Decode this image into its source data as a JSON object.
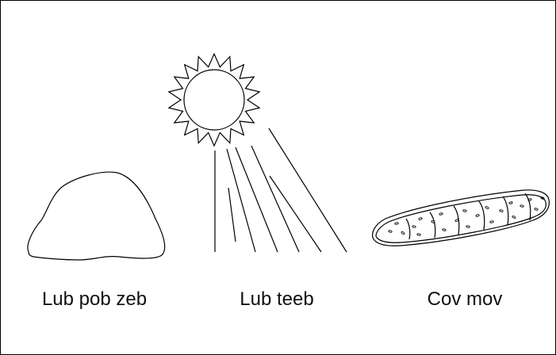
{
  "labels": {
    "rock": "Lub pob zeb",
    "sun": "Lub teeb",
    "bread": "Cov mov"
  },
  "colors": {
    "stroke": "#000000",
    "text": "#111111",
    "background": "#ffffff"
  },
  "icons": [
    "rock-icon",
    "sun-icon",
    "bread-icon"
  ]
}
